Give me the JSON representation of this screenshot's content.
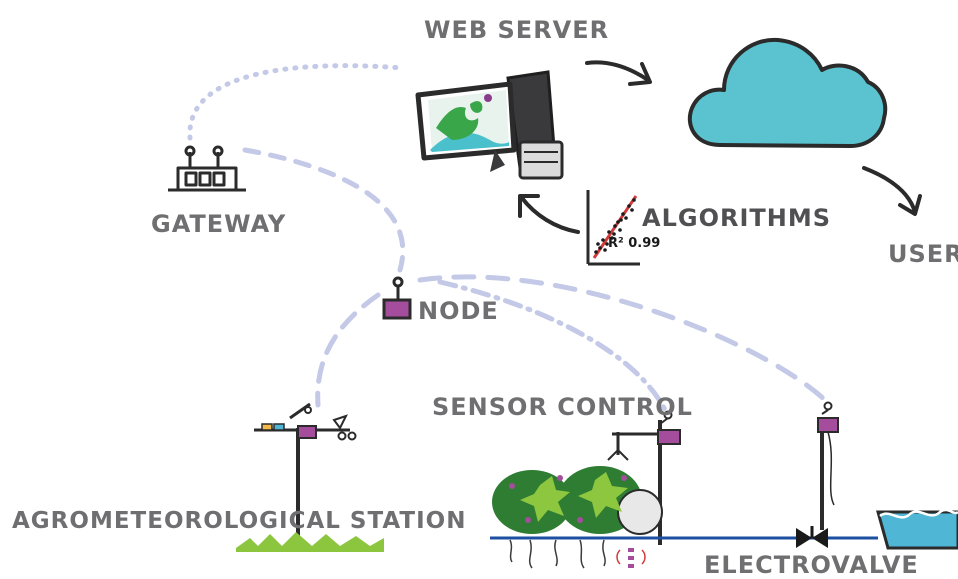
{
  "labels": {
    "web_server": "WEB SERVER",
    "gateway": "GATEWAY",
    "algorithms": "ALGORITHMS",
    "users": "USERS",
    "node": "NODE",
    "sensor_control": "SENSOR CONTROL",
    "agrometeorological_station": "AGROMETEOROLOGICAL STATION",
    "electrovalve": "ELECTROVALVE",
    "r_squared": "R² 0.99"
  },
  "colors": {
    "label_gray": "#6f6f71",
    "link_blue": "#c3c9e6",
    "cloud": "#5bc3cf",
    "node_purple": "#a34d9c",
    "plant_green": "#3aa64a",
    "water": "#4fb6d6",
    "pipe": "#1d4fa0"
  },
  "icons": [
    "cloud-icon",
    "monitor-icon",
    "scatter-plot-icon",
    "gateway-icon",
    "node-icon",
    "weather-station-icon",
    "plants-icon",
    "valve-icon",
    "water-tank-icon",
    "arrow-icon"
  ]
}
